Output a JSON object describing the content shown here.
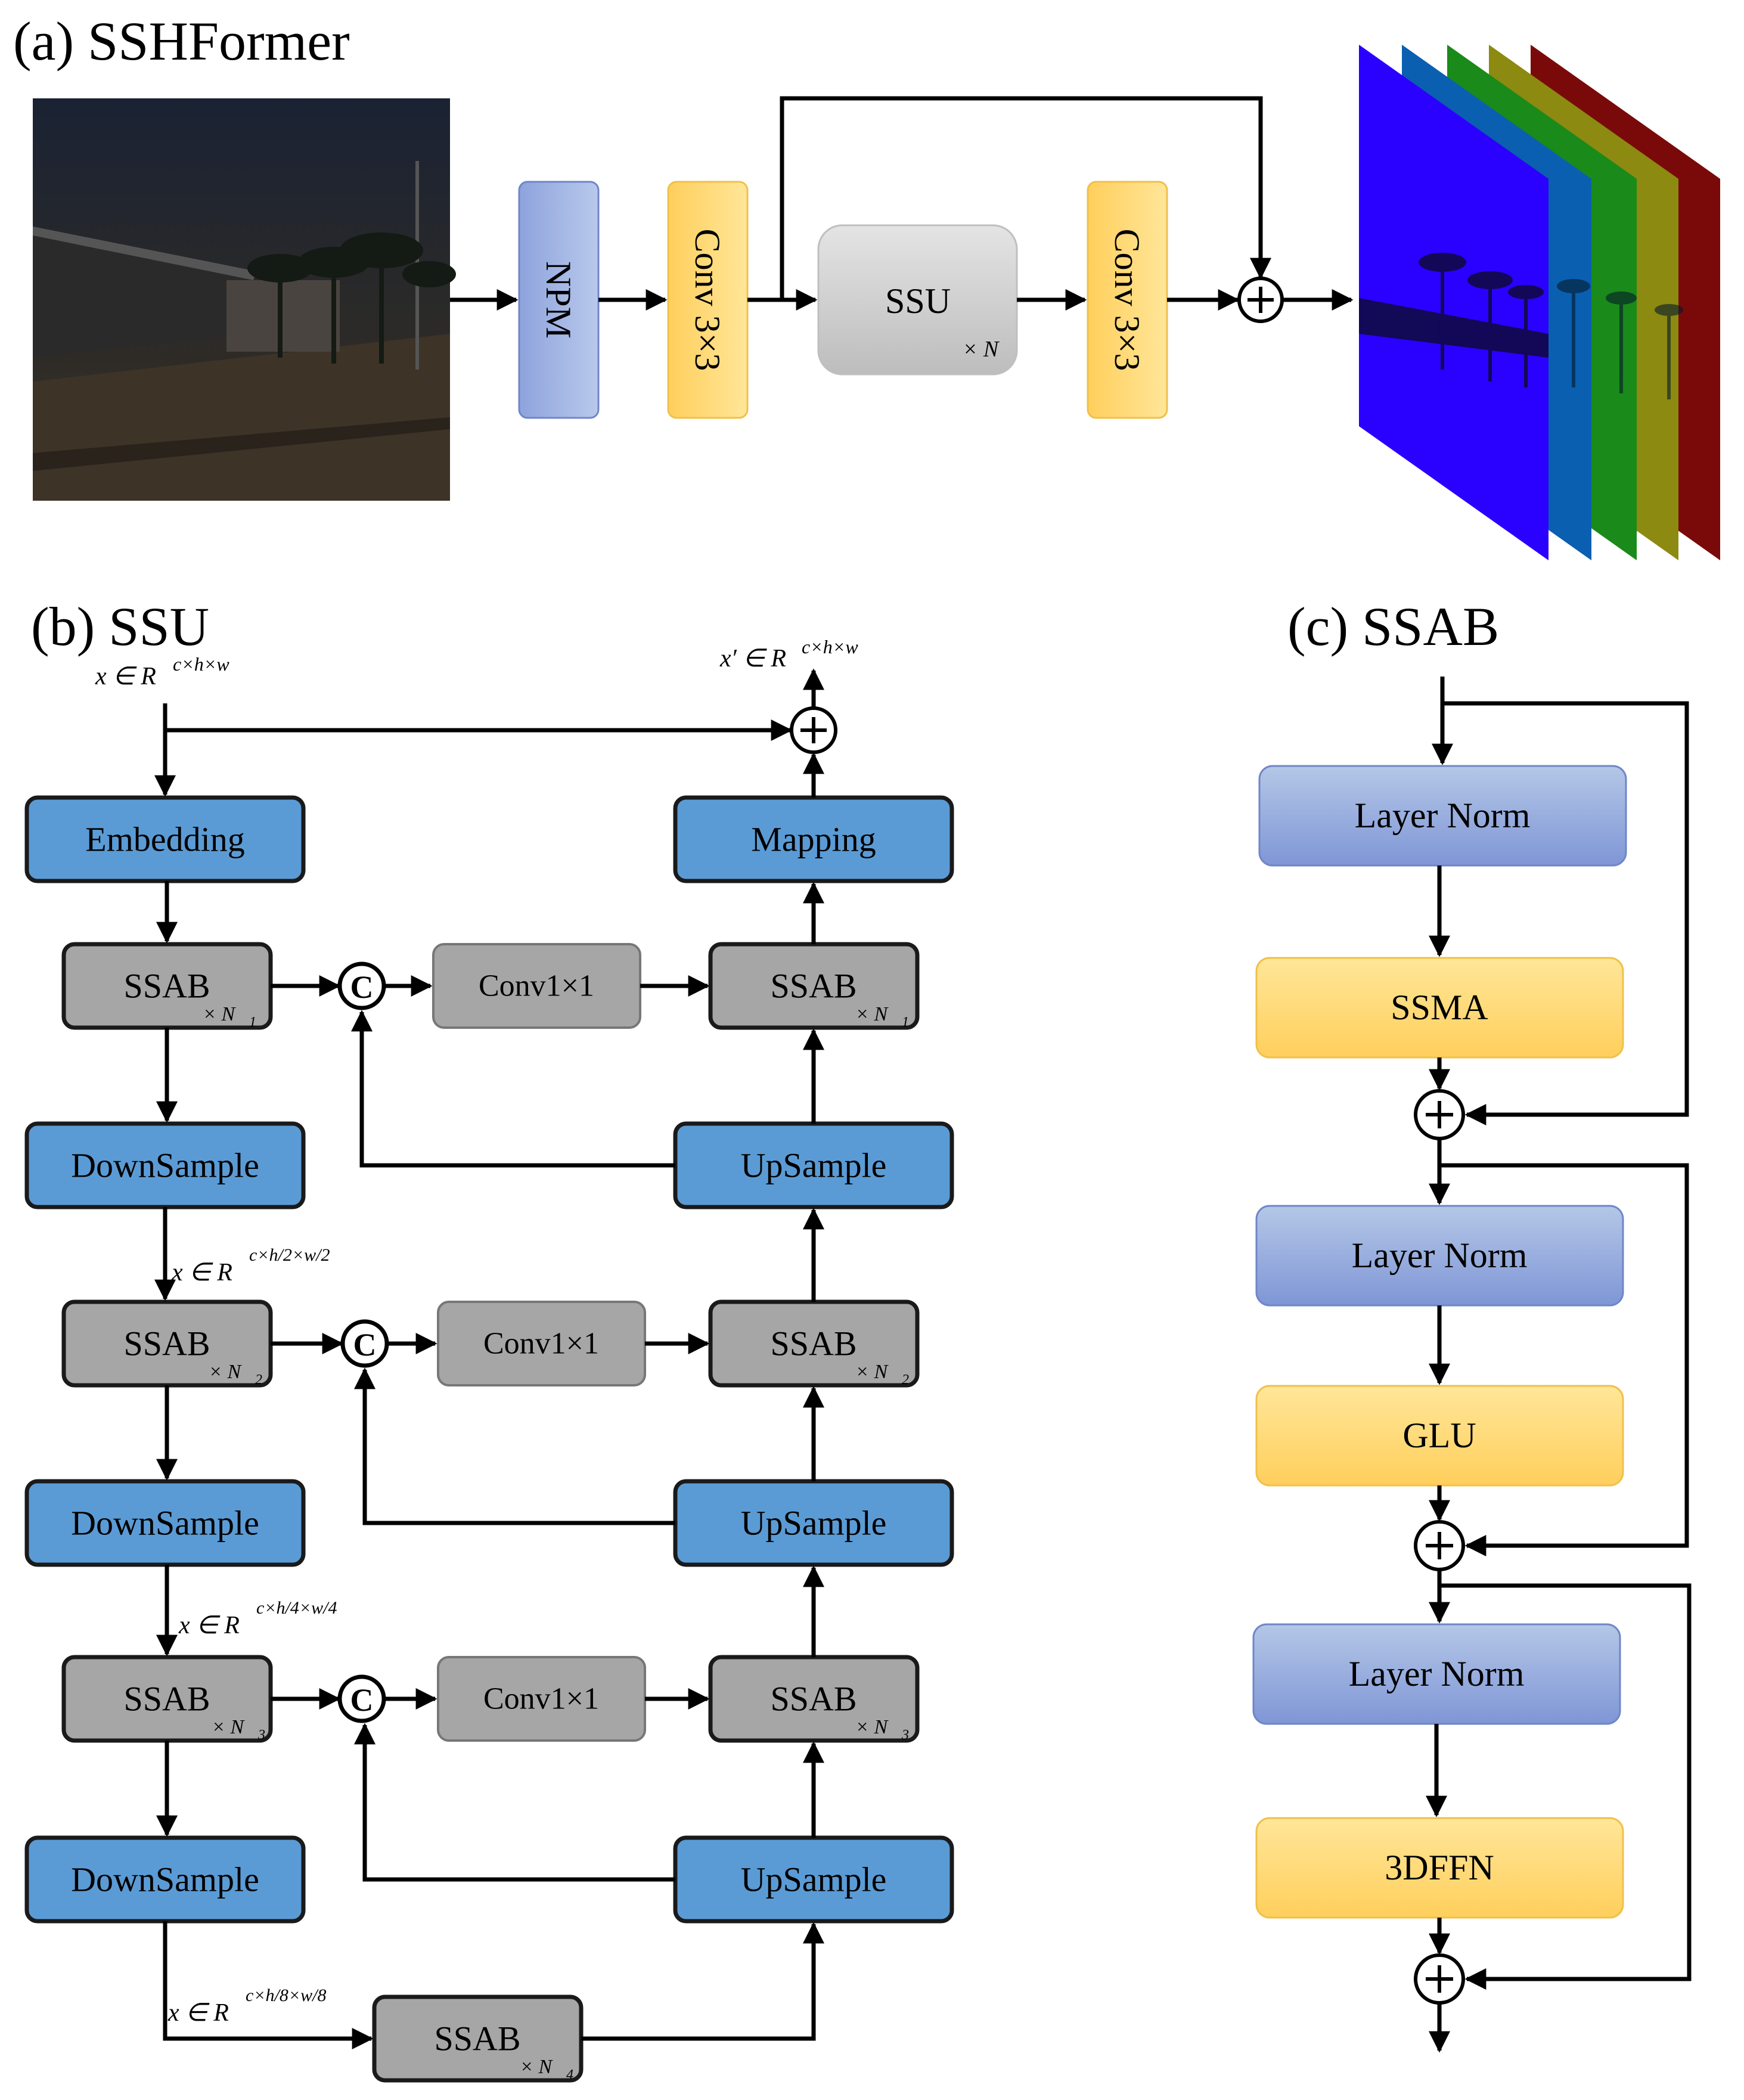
{
  "panel_a": {
    "title": "(a) SSHFormer",
    "npm": "NPM",
    "conv_in": "Conv 3×3",
    "ssu": "SSU",
    "ssu_repeat": "× N",
    "conv_out": "Conv 3×3"
  },
  "panel_b": {
    "title": "(b) SSU",
    "input_label": "x ∈ R",
    "input_sup": "c×h×w",
    "output_label": "x′ ∈ R",
    "output_sup": "c×h×w",
    "embedding": "Embedding",
    "mapping": "Mapping",
    "downsample": "DownSample",
    "upsample": "UpSample",
    "ssab": "SSAB",
    "conv1x1": "Conv1×1",
    "concat": "C",
    "n1": "× N",
    "n1_sub": "1",
    "n2": "× N",
    "n2_sub": "2",
    "n3": "× N",
    "n3_sub": "3",
    "n4": "× N",
    "n4_sub": "4",
    "dim1_base": "x ∈ R",
    "dim1_sup": "c×h/2×w/2",
    "dim2_base": "x ∈ R",
    "dim2_sup": "c×h/4×w/4",
    "dim3_base": "x ∈ R",
    "dim3_sup": "c×h/8×w/8"
  },
  "panel_c": {
    "title": "(c) SSAB",
    "layer_norm_1": "Layer Norm",
    "ssma": "SSMA",
    "layer_norm_2": "Layer Norm",
    "glu": "GLU",
    "layer_norm_3": "Layer Norm",
    "ffn": "3DFFN"
  },
  "colors": {
    "blue_block": "#5b9bd5",
    "gray_block": "#a6a6a6",
    "light_gray_block": "#d9d9d9",
    "yellow_block": "#ffd966",
    "purple_block": "#8faadc",
    "spectral_bands": [
      "#2a00ff",
      "#0a5fb0",
      "#1a8a1a",
      "#8c8a10",
      "#7a0a0a"
    ]
  }
}
